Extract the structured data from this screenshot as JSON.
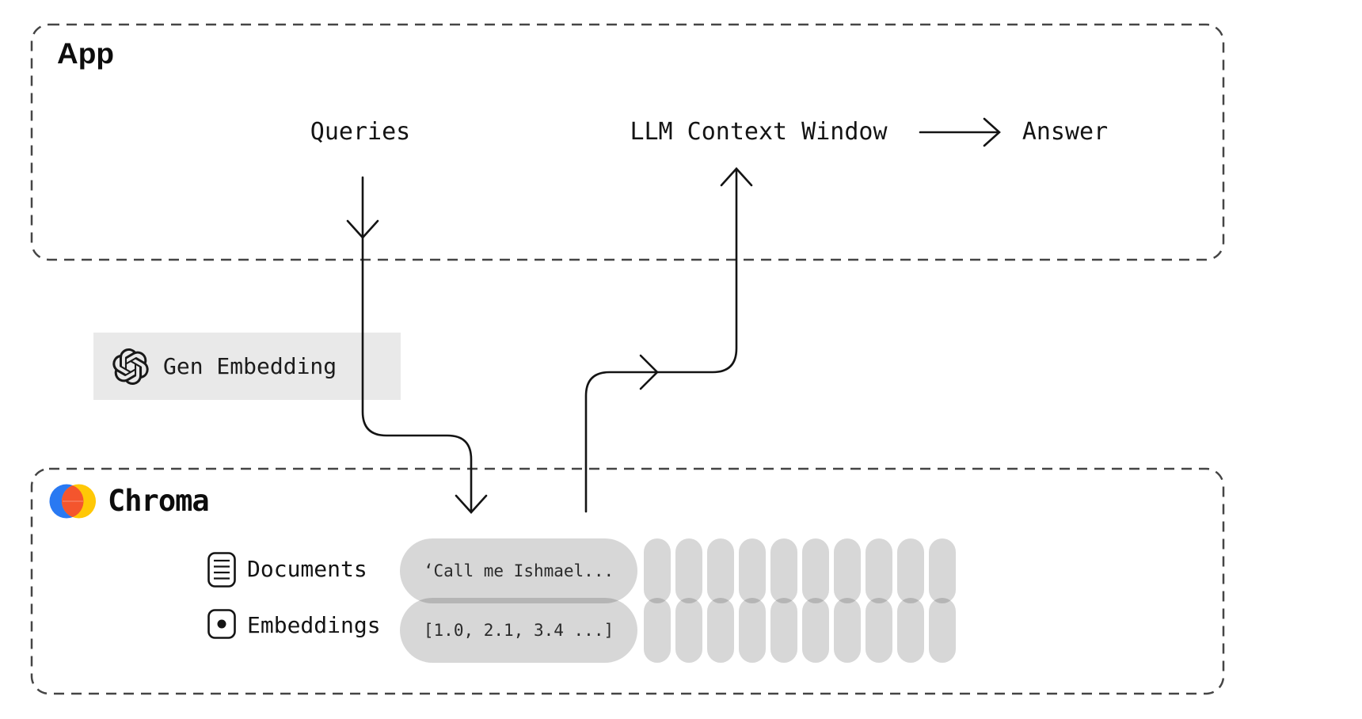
{
  "app_box": {
    "title": "App",
    "queries_label": "Queries",
    "context_label": "LLM Context Window",
    "answer_label": "Answer"
  },
  "gen_embedding": {
    "icon": "openai-logo-icon",
    "label": "Gen Embedding"
  },
  "chroma_box": {
    "title": "Chroma",
    "rows": [
      {
        "icon": "document-icon",
        "label": "Documents",
        "value": "‘Call me Ishmael..."
      },
      {
        "icon": "embedding-icon",
        "label": "Embeddings",
        "value": "[1.0, 2.1, 3.4 ...]"
      }
    ]
  },
  "decor": {
    "vector_pill_count": 10
  },
  "colors": {
    "chroma_blue": "#2979F2",
    "chroma_yellow": "#FFC806",
    "chroma_red": "#F4552D",
    "line": "#141414",
    "dash_border": "#454545",
    "pill_gray": "#C9C9C9",
    "pill_light": "#E9E9E9"
  }
}
